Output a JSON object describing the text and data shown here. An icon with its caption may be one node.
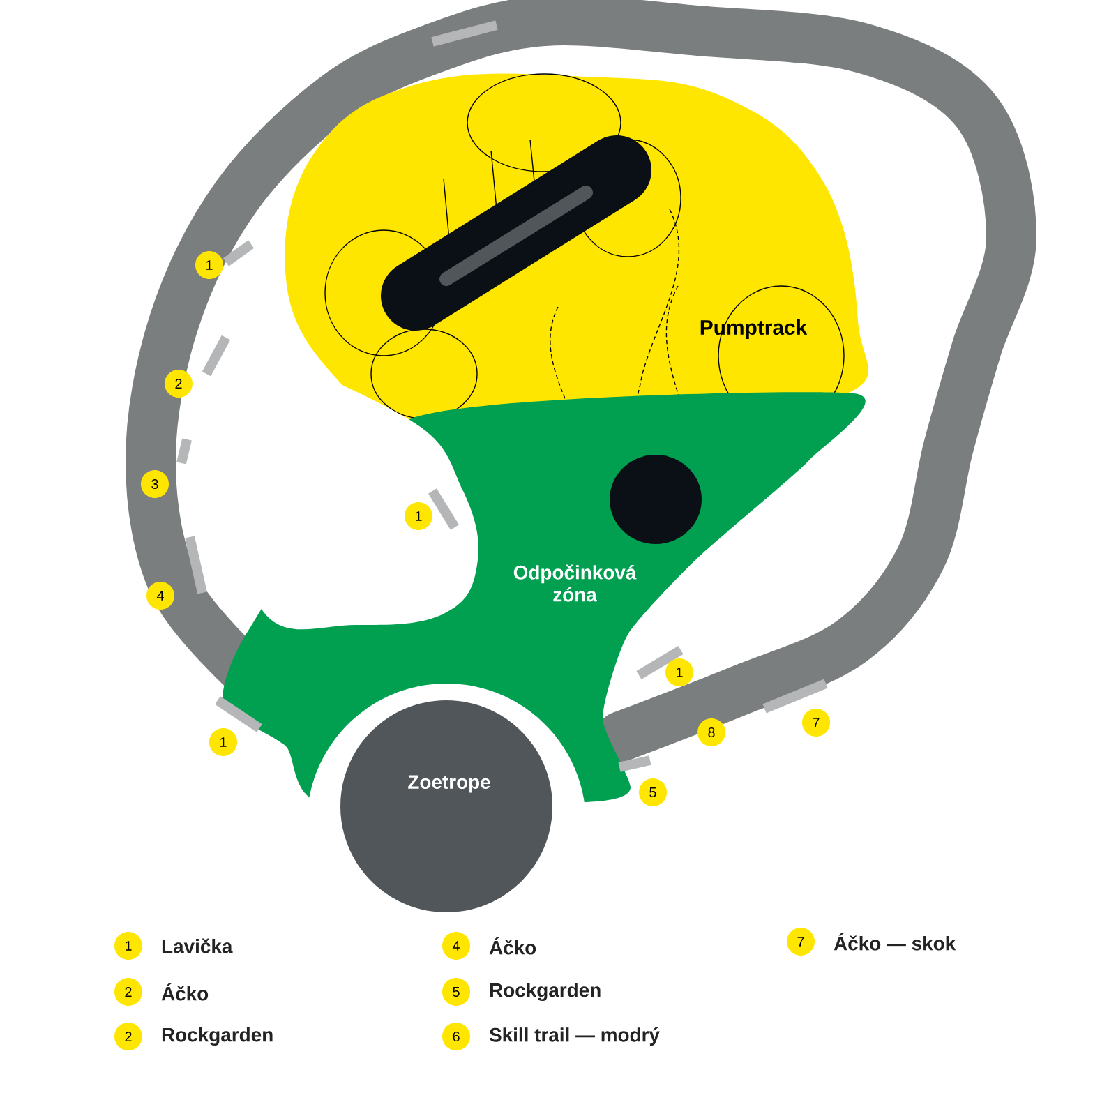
{
  "diagram": {
    "nodes": [
      {
        "text": [
          "Pumptrack"
        ]
      },
      {
        "text": [
          "Odpočinková zóna"
        ]
      },
      {
        "text": [
          "Zoetrope"
        ]
      }
    ],
    "labels": [
      "1",
      "2",
      "3",
      "1",
      "4",
      "1",
      "1",
      "8",
      "7",
      "5",
      "1",
      "4",
      "7",
      "2",
      "5",
      "2",
      "6"
    ],
    "legend": [
      {
        "text": "Lavička",
        "color": "#ffe600"
      },
      {
        "text": "Áčko",
        "color": "#ffe600"
      },
      {
        "text": "Áčko — skok",
        "color": "#ffe600"
      },
      {
        "text": "Áčko",
        "color": "#ffe600"
      },
      {
        "text": "Rockgarden",
        "color": "#ffe600"
      },
      {
        "text": "Rockgarden",
        "color": "#ffe600"
      },
      {
        "text": "Skill trail — modrý",
        "color": "#ffe600"
      }
    ]
  }
}
